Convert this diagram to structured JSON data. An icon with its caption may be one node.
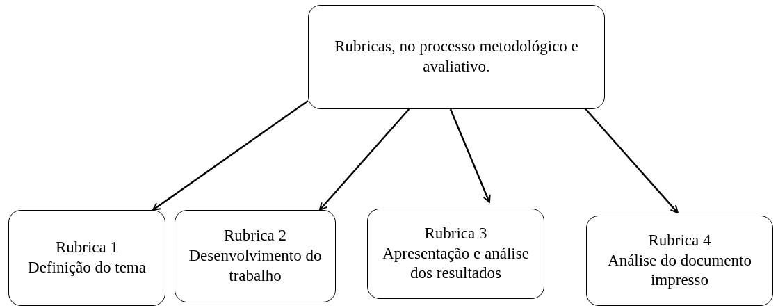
{
  "diagram": {
    "nodes": [
      {
        "text": [
          "Rubricas, no processo metodológico e avaliativo."
        ]
      },
      {
        "text": [
          "Rubrica 1",
          "Definição do tema"
        ]
      },
      {
        "text": [
          "Rubrica 2",
          "Desenvolvimento do trabalho"
        ]
      },
      {
        "text": [
          "Rubrica 3",
          "Apresentação e análise dos resultados"
        ]
      },
      {
        "text": [
          "Rubrica 4",
          "Análise do documento impresso"
        ]
      }
    ],
    "edges": [
      {
        "from": 0,
        "to": 1,
        "arrow": "to"
      },
      {
        "from": 0,
        "to": 2,
        "arrow": "to"
      },
      {
        "from": 0,
        "to": 3,
        "arrow": "to"
      },
      {
        "from": 0,
        "to": 4,
        "arrow": "to"
      }
    ]
  }
}
